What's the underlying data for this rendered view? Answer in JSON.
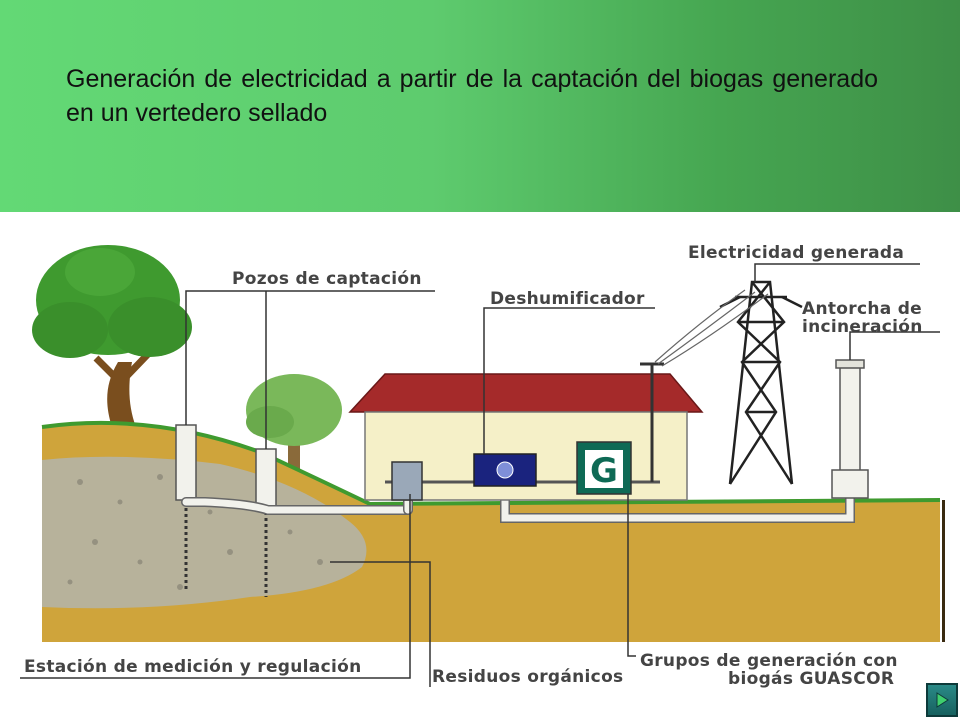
{
  "title": "Generación de electricidad a partir de la captación del biogas generado en un vertedero sellado",
  "labels": {
    "pozos": "Pozos de captación",
    "deshumificador": "Deshumificador",
    "electricidad": "Electricidad generada",
    "antorcha_1": "Antorcha de",
    "antorcha_2": "incineración",
    "estacion": "Estación de medición y regulación",
    "residuos": "Residuos orgánicos",
    "grupos_1": "Grupos de generación con",
    "grupos_2": "biogás GUASCOR"
  },
  "generator_letter": "G",
  "colors": {
    "header_start": "#63d975",
    "header_end": "#3e8f47",
    "roof": "#a52a2a",
    "soil": "#cfa43b",
    "grass": "#3f9a2f"
  },
  "nav": {
    "icon": "play-next-icon"
  }
}
